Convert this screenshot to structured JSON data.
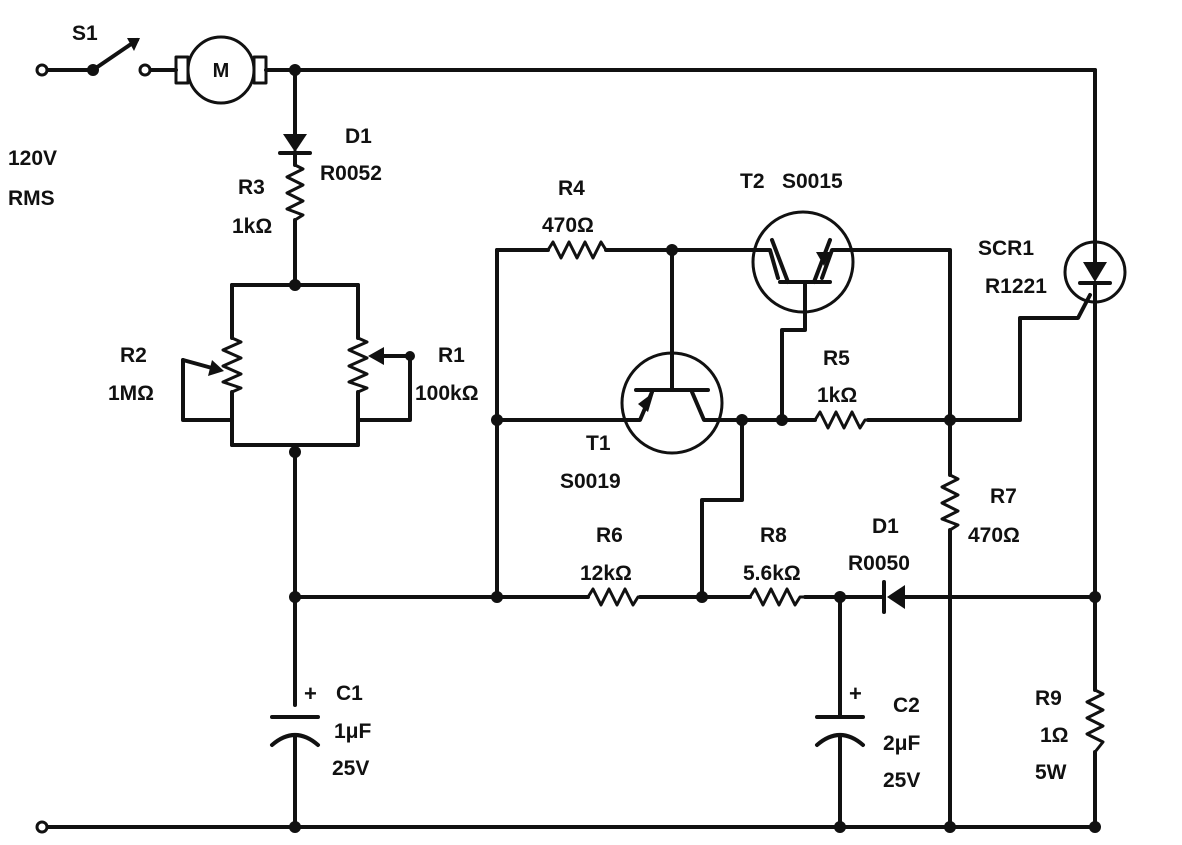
{
  "supply": {
    "line1": "120V",
    "line2": "RMS"
  },
  "switch": {
    "id": "S1"
  },
  "motor": {
    "symbol": "M"
  },
  "components": {
    "d1_top": {
      "id": "D1",
      "part": "R0052"
    },
    "r3": {
      "id": "R3",
      "value": "1kΩ"
    },
    "r2": {
      "id": "R2",
      "value": "1MΩ"
    },
    "r1": {
      "id": "R1",
      "value": "100kΩ"
    },
    "r4": {
      "id": "R4",
      "value": "470Ω"
    },
    "t2": {
      "id": "T2",
      "part": "S0015"
    },
    "scr1": {
      "id": "SCR1",
      "part": "R1221"
    },
    "r5": {
      "id": "R5",
      "value": "1kΩ"
    },
    "t1": {
      "id": "T1",
      "part": "S0019"
    },
    "r7": {
      "id": "R7",
      "value": "470Ω"
    },
    "r6": {
      "id": "R6",
      "value": "12kΩ"
    },
    "r8": {
      "id": "R8",
      "value": "5.6kΩ"
    },
    "d1_bottom": {
      "id": "D1",
      "part": "R0050"
    },
    "c1": {
      "id": "C1",
      "value": "1μF",
      "voltage": "25V",
      "polarity": "+"
    },
    "c2": {
      "id": "C2",
      "value": "2μF",
      "voltage": "25V",
      "polarity": "+"
    },
    "r9": {
      "id": "R9",
      "value": "1Ω",
      "power": "5W"
    }
  }
}
